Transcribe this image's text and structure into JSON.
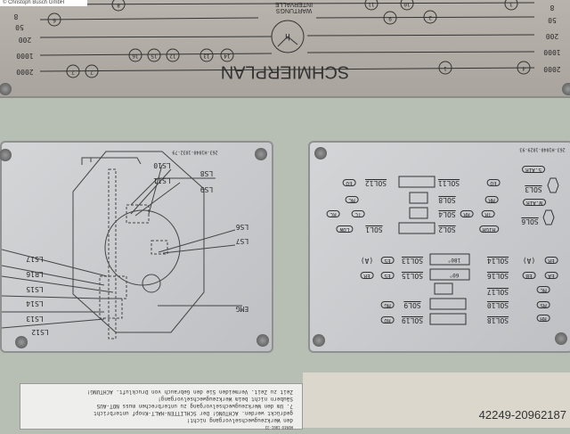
{
  "watermark": {
    "copyright": "© Christoph Busch GmbH",
    "id": "42249-20962187"
  },
  "lube_plan": {
    "title": "SCHMIERPLAN",
    "subtitle": "WARTUNGS INTERVALLE",
    "clock_label": "h",
    "intervals": [
      "2000",
      "1000",
      "200",
      "50",
      "8"
    ],
    "points": [
      "1",
      "2",
      "3",
      "4",
      "6",
      "7",
      "8",
      "9",
      "10",
      "11",
      "12",
      "13",
      "14",
      "15",
      "16"
    ]
  },
  "switch_plate": {
    "code": "263-H1040-1032-79",
    "labels": [
      "LS10",
      "LS11",
      "LS8",
      "LS9",
      "LS6",
      "LS7",
      "LS17",
      "LR16",
      "LS15",
      "LS14",
      "LS13",
      "LS12",
      "EMG"
    ]
  },
  "solenoid_plate": {
    "code": "263-H1040-1029-93",
    "labels": [
      "S.AIR",
      "SOL12",
      "EO",
      "SOL11",
      "EO",
      "SOL3",
      "SOL8",
      "MR",
      "MC",
      "W.AIR",
      "SOL4",
      "RR",
      "TR",
      "TC",
      "RC",
      "SOL6",
      "SOL1",
      "LOW",
      "SOL2",
      "HIGH",
      "ER",
      "(A)",
      "SOL14",
      "180°",
      "SOL13",
      "ES",
      "(A)",
      "EA",
      "EB",
      "SOL16",
      "60°",
      "SOL15",
      "ES",
      "ER",
      "MC",
      "SOL17",
      "MS",
      "SOL10",
      "SOL9",
      "MG",
      "RH",
      "SOL18",
      "SOL19",
      "RO"
    ]
  },
  "warning_label": {
    "lines": [
      "Zeit zu Zeit. Vermeiden Sie den Gebrauch von Druckluft. ACHTUNG!",
      "Säubern nicht beim Werkzeugwechselvorgang!",
      "7. Um den Werkzeugwechselvorgang zu unterbrechen muss NOT-AUS",
      "gedrückt werden. ACHTUNG! Der SCHLITTEN-HALT-Knopf unterbricht",
      "den Werkzeugwechselvorgang nicht!"
    ],
    "code": "H0944-1001-33"
  }
}
